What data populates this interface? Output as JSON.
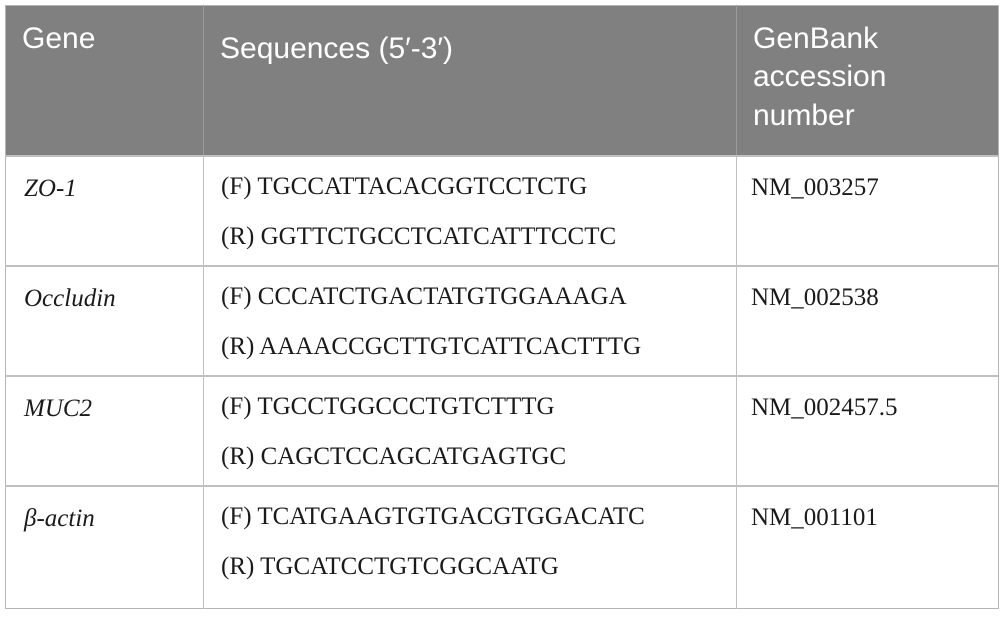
{
  "table": {
    "headers": {
      "gene": "Gene",
      "sequences": "Sequences (5′-3′)",
      "accession": "GenBank accession number"
    },
    "rows": [
      {
        "gene": "ZO-1",
        "forward": "(F) TGCCATTACACGGTCCTCTG",
        "reverse": "(R) GGTTCTGCCTCATCATTTCCTC",
        "accession": "NM_003257"
      },
      {
        "gene": "Occludin",
        "forward": "(F) CCCATCTGACTATGTGGAAAGA",
        "reverse": "(R) AAAACCGCTTGTCATTCACTTTG",
        "accession": "NM_002538"
      },
      {
        "gene": "MUC2",
        "forward": "(F) TGCCTGGCCCTGTCTTTG",
        "reverse": "(R) CAGCTCCAGCATGAGTGC",
        "accession": "NM_002457.5"
      },
      {
        "gene": "β-actin",
        "forward": "(F) TCATGAAGTGTGACGTGGACATC",
        "reverse": "(R) TGCATCCTGTCGGCAATG",
        "accession": "NM_001101"
      }
    ]
  },
  "colors": {
    "header_background": "#808080",
    "header_text": "#ffffff",
    "body_text": "#1a1a1a",
    "grid_line": "#c0c0c0",
    "page_background": "#ffffff"
  }
}
